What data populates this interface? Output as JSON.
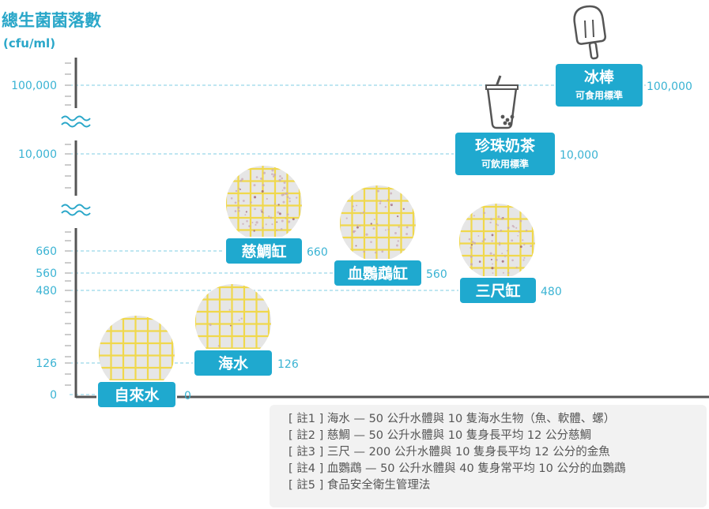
{
  "chart_data": {
    "type": "scatter",
    "title": "總生菌菌落數",
    "ylabel": "(cfu/ml)",
    "y_scale": "broken",
    "y_ticks": [
      "100,000",
      "10,000",
      "660",
      "560",
      "480",
      "126",
      "0"
    ],
    "points": [
      {
        "label": "自來水",
        "value": 0,
        "value_label": "0"
      },
      {
        "label": "海水",
        "value": 126,
        "value_label": "126"
      },
      {
        "label": "慈鯛缸",
        "value": 660,
        "value_label": "660"
      },
      {
        "label": "血鸚鵡缸",
        "value": 560,
        "value_label": "560"
      },
      {
        "label": "三尺缸",
        "value": 480,
        "value_label": "480"
      },
      {
        "label": "珍珠奶茶",
        "sublabel": "可飲用標準",
        "value": 10000,
        "value_label": "10,000"
      },
      {
        "label": "冰棒",
        "sublabel": "可食用標準",
        "value": 100000,
        "value_label": "100,000"
      }
    ],
    "colors": {
      "accent": "#1fa9cf",
      "gridline": "#7fcde3",
      "axis": "#555555",
      "petri": "#e6e6e6",
      "grid_lines": "#f0d84c"
    }
  },
  "notes": [
    "[ 註1 ] 海水 — 50 公升水體與 10 隻海水生物（魚、軟體、螺）",
    "[ 註2 ] 慈鯛 — 50 公升水體與 10 隻身長平均 12 公分慈鯛",
    "[ 註3 ] 三尺 — 200 公升水體與 10 隻身長平均 12 公分的金魚",
    "[ 註4 ] 血鸚鵡 — 50 公升水體與 40 隻身常平均 10 公分的血鸚鵡",
    "[ 註5 ] 食品安全衛生管理法"
  ],
  "icons": [
    "popsicle-icon",
    "bubble-tea-icon",
    "axis-break-icon"
  ]
}
